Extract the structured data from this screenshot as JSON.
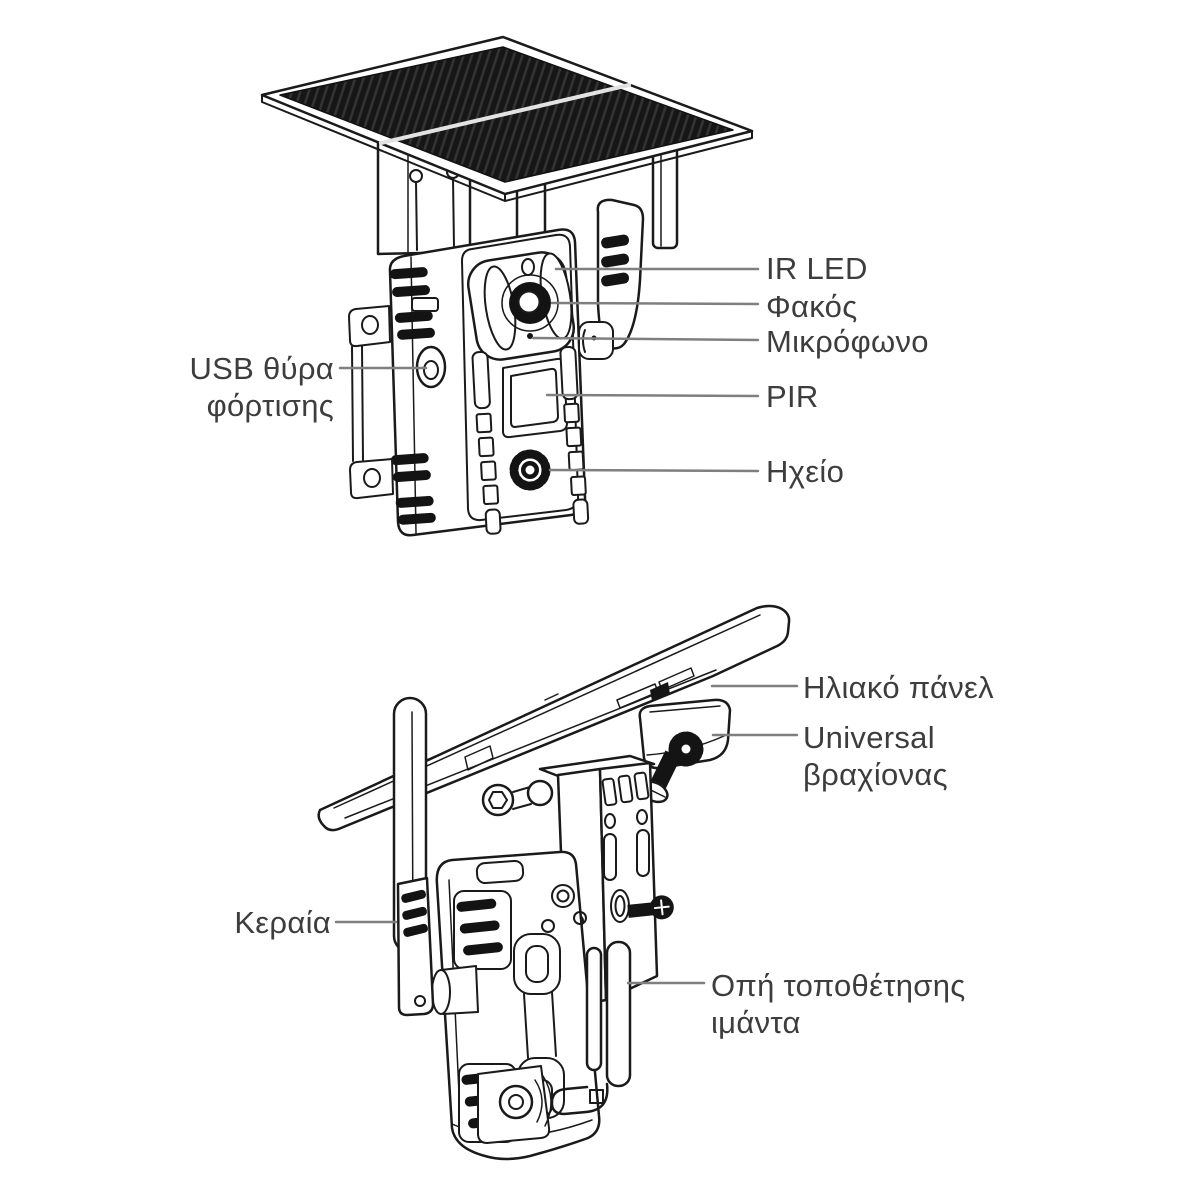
{
  "title": "Solar security camera parts diagram",
  "colors": {
    "background": "#ffffff",
    "line": "#1a1a1a",
    "leader": "#7f7f7f",
    "text": "#3d3d3d",
    "panel_fill": "#161616"
  },
  "front_view": {
    "labels": {
      "ir_led": "IR LED",
      "lens": "Φακός",
      "microphone": "Μικρόφωνο",
      "usb_port": "USB θύρα φόρτισης",
      "pir": "PIR",
      "speaker": "Ηχείο"
    }
  },
  "rear_view": {
    "labels": {
      "solar_panel": "Ηλιακό πάνελ",
      "bracket": "Universal βραχίονας",
      "antenna": "Κεραία",
      "strap_hole": "Οπή τοποθέτησης ιμάντα"
    }
  }
}
